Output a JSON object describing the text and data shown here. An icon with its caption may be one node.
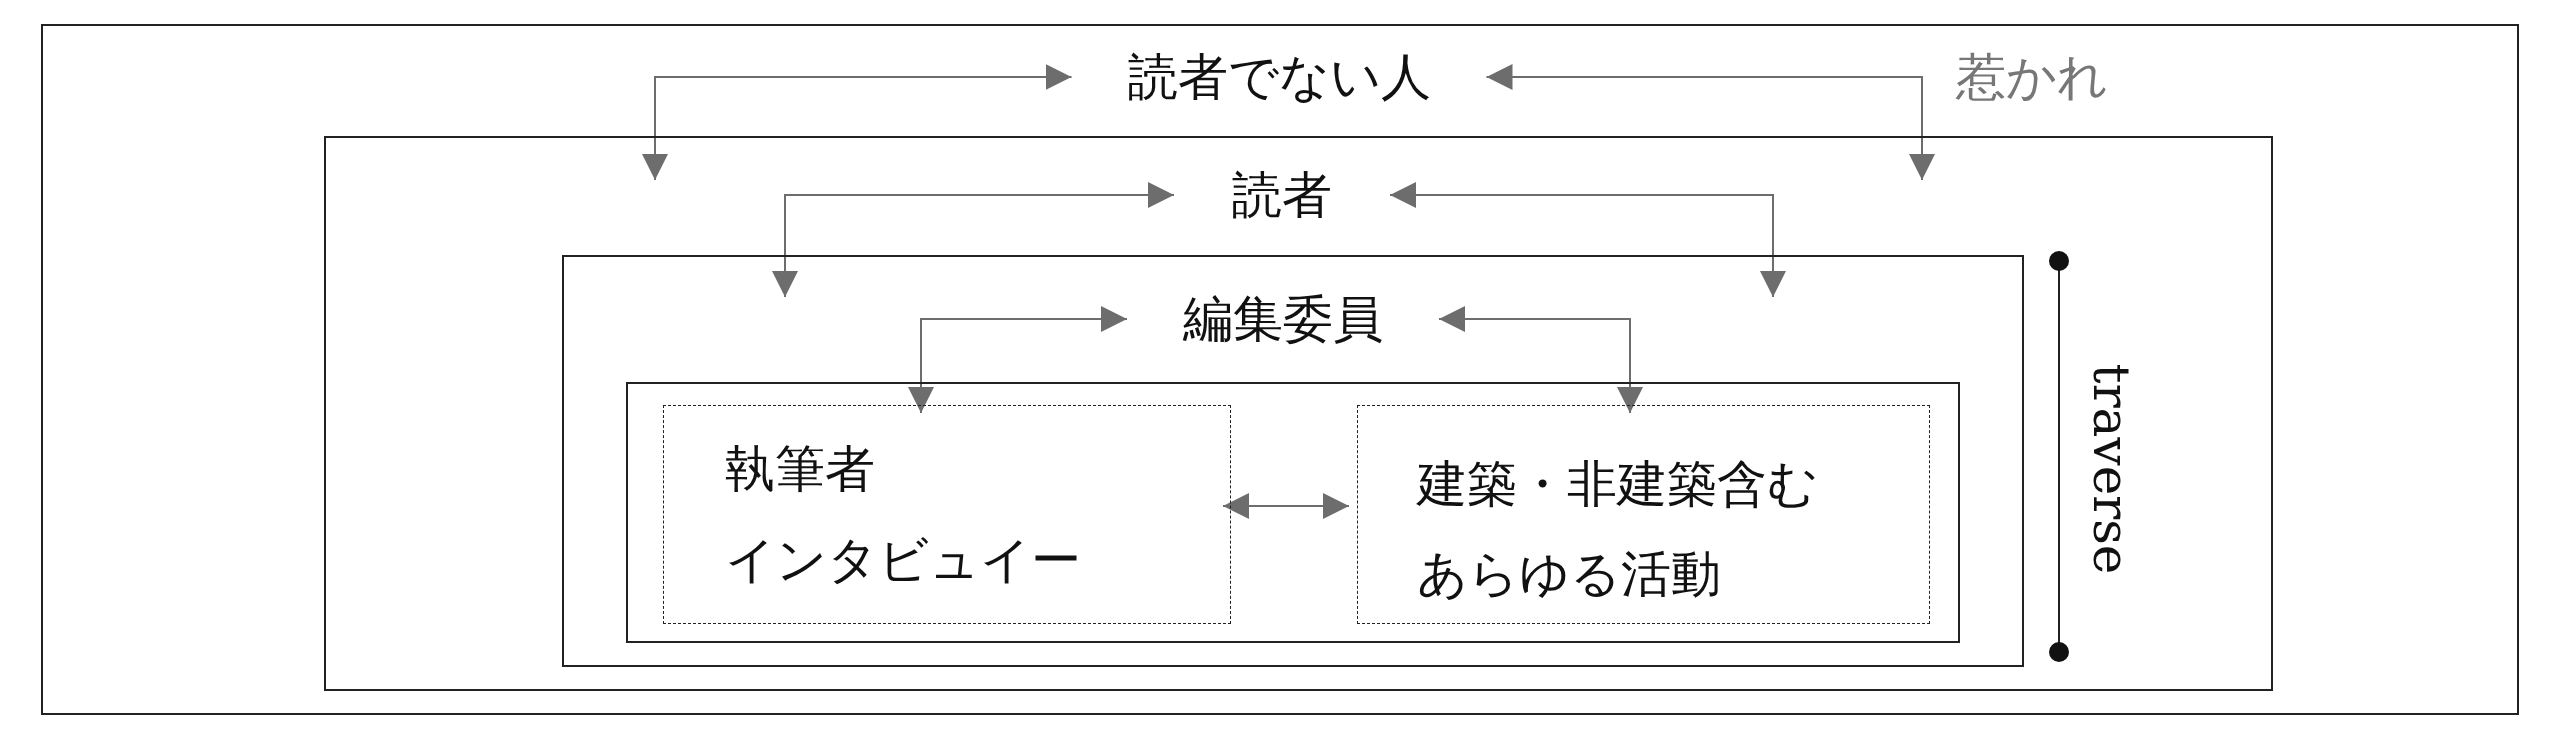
{
  "diagram": {
    "nodes": [
      {
        "text": [
          "読者でない人"
        ]
      },
      {
        "text": [
          "読者"
        ],
        "in": 0
      },
      {
        "text": [
          "編集委員"
        ],
        "in": 1
      },
      {
        "text": [],
        "shape": "box",
        "in": 2
      },
      {
        "text": [
          "執筆者",
          "インタビュイー"
        ],
        "in": 3
      },
      {
        "text": [
          "建築・非建築含むあらゆる活動"
        ],
        "in": 3
      }
    ],
    "edges": [
      {
        "from": 0,
        "to": 1,
        "arrow": "both"
      },
      {
        "from": 0,
        "to": 1,
        "arrow": "both"
      },
      {
        "from": 1,
        "to": 2,
        "arrow": "both"
      },
      {
        "from": 1,
        "to": 2,
        "arrow": "both"
      },
      {
        "from": 2,
        "to": 4,
        "arrow": "both"
      },
      {
        "from": 2,
        "to": 5,
        "arrow": "both"
      },
      {
        "from": 4,
        "to": 5,
        "arrow": "both"
      }
    ],
    "labels": [
      "惹かれ",
      "traverse"
    ]
  }
}
